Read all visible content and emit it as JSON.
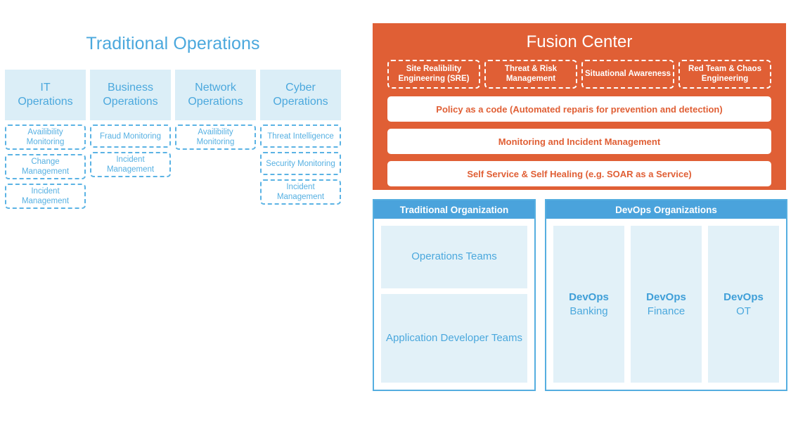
{
  "colors": {
    "accent_blue": "#4ba8dd",
    "panel_header_blue": "#4aa3dc",
    "light_blue_fill": "#dbeef7",
    "fusion_orange": "#e05f35",
    "white": "#ffffff"
  },
  "traditional_operations": {
    "title": "Traditional Operations",
    "columns": [
      {
        "header": "IT\nOperations",
        "header_line1": "IT",
        "header_line2": "Operations",
        "items": [
          "Availibility Monitoring",
          "Change Management",
          "Incident Management"
        ]
      },
      {
        "header_line1": "Business",
        "header_line2": "Operations",
        "items": [
          "Fraud Monitoring",
          "Incident Management"
        ]
      },
      {
        "header_line1": "Network",
        "header_line2": "Operations",
        "items": [
          "Availibility Monitoring"
        ]
      },
      {
        "header_line1": "Cyber",
        "header_line2": "Operations",
        "items": [
          "Threat Intelligence",
          "Security Monitoring",
          "Incident Management"
        ]
      }
    ]
  },
  "fusion_center": {
    "title": "Fusion Center",
    "pillars": [
      "Site Realibility Engineering (SRE)",
      "Threat & Risk Management",
      "Situational Awareness",
      "Red Team & Chaos Engineering"
    ],
    "bars": [
      "Policy as a code (Automated reparis for prevention and detection)",
      "Monitoring and Incident Management",
      "Self Service & Self Healing (e.g. SOAR as a Service)"
    ]
  },
  "traditional_organization": {
    "header": "Traditional Organization",
    "boxes": [
      "Operations Teams",
      "Application Developer Teams"
    ]
  },
  "devops_organizations": {
    "header": "DevOps Organizations",
    "boxes": [
      {
        "title": "DevOps",
        "subtitle": "Banking"
      },
      {
        "title": "DevOps",
        "subtitle": "Finance"
      },
      {
        "title": "DevOps",
        "subtitle": "OT"
      }
    ]
  }
}
